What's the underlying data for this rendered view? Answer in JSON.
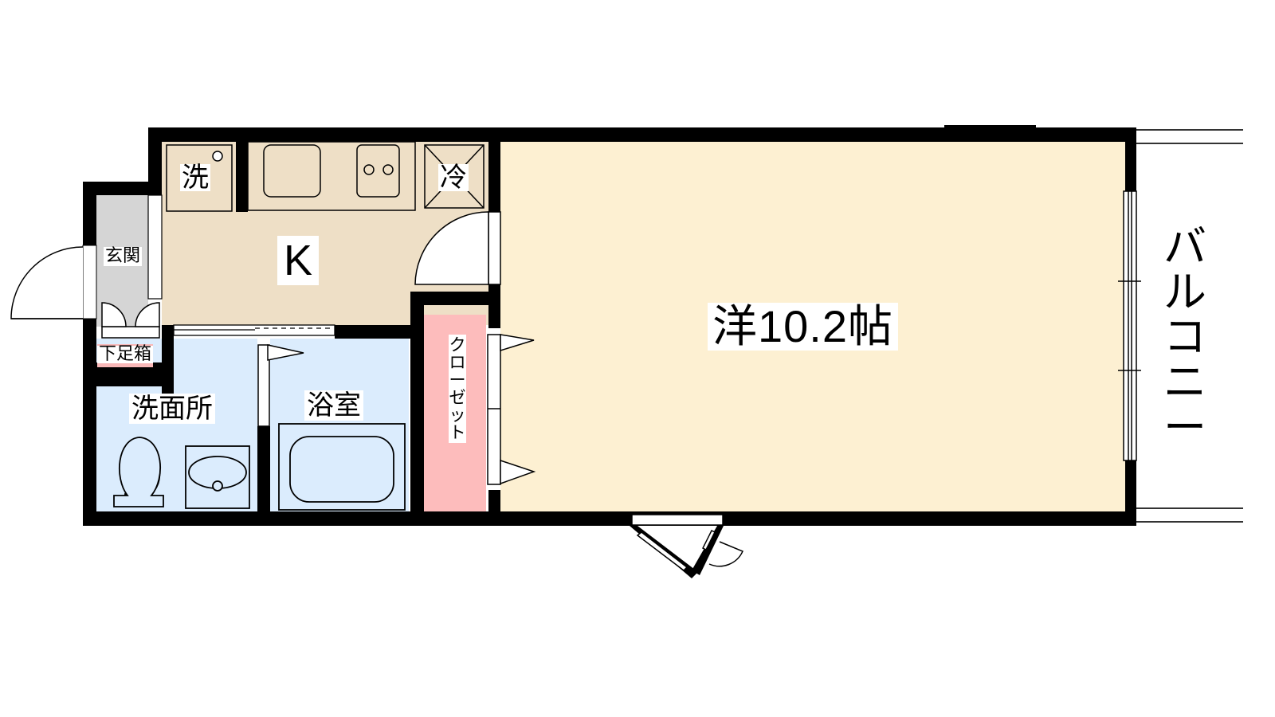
{
  "floor_plan": {
    "layout_type": "1K",
    "rooms": {
      "main_room": {
        "label": "洋10.2帖",
        "type": "Western-style room",
        "size_jo": 10.2,
        "fill": "#fdf0d2"
      },
      "kitchen": {
        "label": "K",
        "fill": "#eedfc6"
      },
      "entrance": {
        "label": "玄関",
        "fill": "#d5d5d5"
      },
      "shoe_box": {
        "label": "下足箱",
        "accent": "#f9b8b8"
      },
      "washroom": {
        "label": "洗面所",
        "fill": "#dbecfd"
      },
      "bathroom": {
        "label": "浴室",
        "fill": "#dbecfd"
      },
      "closet": {
        "label": "クローゼット",
        "fill": "#fdbcbc"
      },
      "balcony": {
        "label": "バルコニー",
        "fill": "#ffffff"
      }
    },
    "fixtures": {
      "washing_machine": {
        "label": "洗"
      },
      "refrigerator": {
        "label": "冷"
      },
      "sink": {
        "label": ""
      },
      "stove": {
        "label": ""
      },
      "toilet": {
        "label": ""
      },
      "wash_basin": {
        "label": ""
      },
      "bathtub": {
        "label": ""
      }
    },
    "colors": {
      "wall": "#000000",
      "background": "#ffffff"
    }
  }
}
